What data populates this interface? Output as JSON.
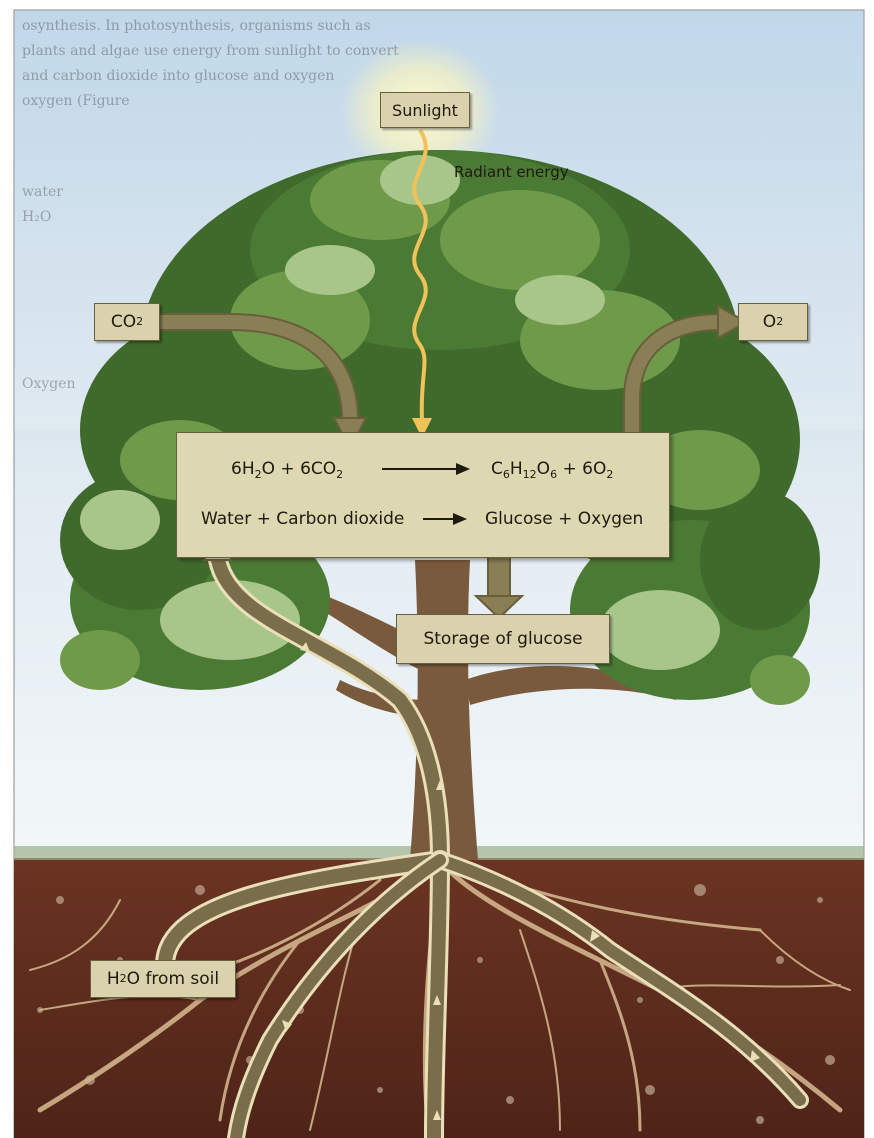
{
  "background_text": [
    "osynthesis. In photosynthesis, organisms such as",
    "plants and algae use energy from sunlight to convert",
    "and carbon dioxide into glucose and oxygen",
    "oxygen (Figure"
  ],
  "side_text": [
    "water",
    "H₂O",
    "Oxygen"
  ],
  "sunlight_label": "Sunlight",
  "radiant_energy_label": "Radiant energy",
  "co2_label": {
    "main": "CO",
    "sub": "2"
  },
  "o2_label": {
    "main": "O",
    "sub": "2"
  },
  "equation": {
    "reactant1_coef": "6H",
    "reactant1_sub": "2",
    "reactant1_end": "O",
    "plus1": " + ",
    "reactant2_coef": "6CO",
    "reactant2_sub": "2",
    "product1_a": "C",
    "product1_sub_a": "6",
    "product1_b": "H",
    "product1_sub_b": "12",
    "product1_c": "O",
    "product1_sub_c": "6",
    "plus2": " + ",
    "product2_coef": "6O",
    "product2_sub": "2",
    "words_left": "Water + Carbon dioxide",
    "words_right": "Glucose + Oxygen"
  },
  "storage_label": "Storage of glucose",
  "soil_label": {
    "pre": "H",
    "sub": "2",
    "post": "O from soil"
  },
  "colors": {
    "sky_top": "#b9d2e6",
    "sky_bottom": "#ffffff",
    "foliage_dark": "#3f6a2c",
    "foliage_mid": "#6f9a4a",
    "foliage_light": "#a9c68a",
    "trunk": "#7a5a3c",
    "soil": "#5e2e1e",
    "root": "#d2b48c",
    "arrow": "#7a6e4a",
    "label_fill": "#d9d2ad"
  }
}
